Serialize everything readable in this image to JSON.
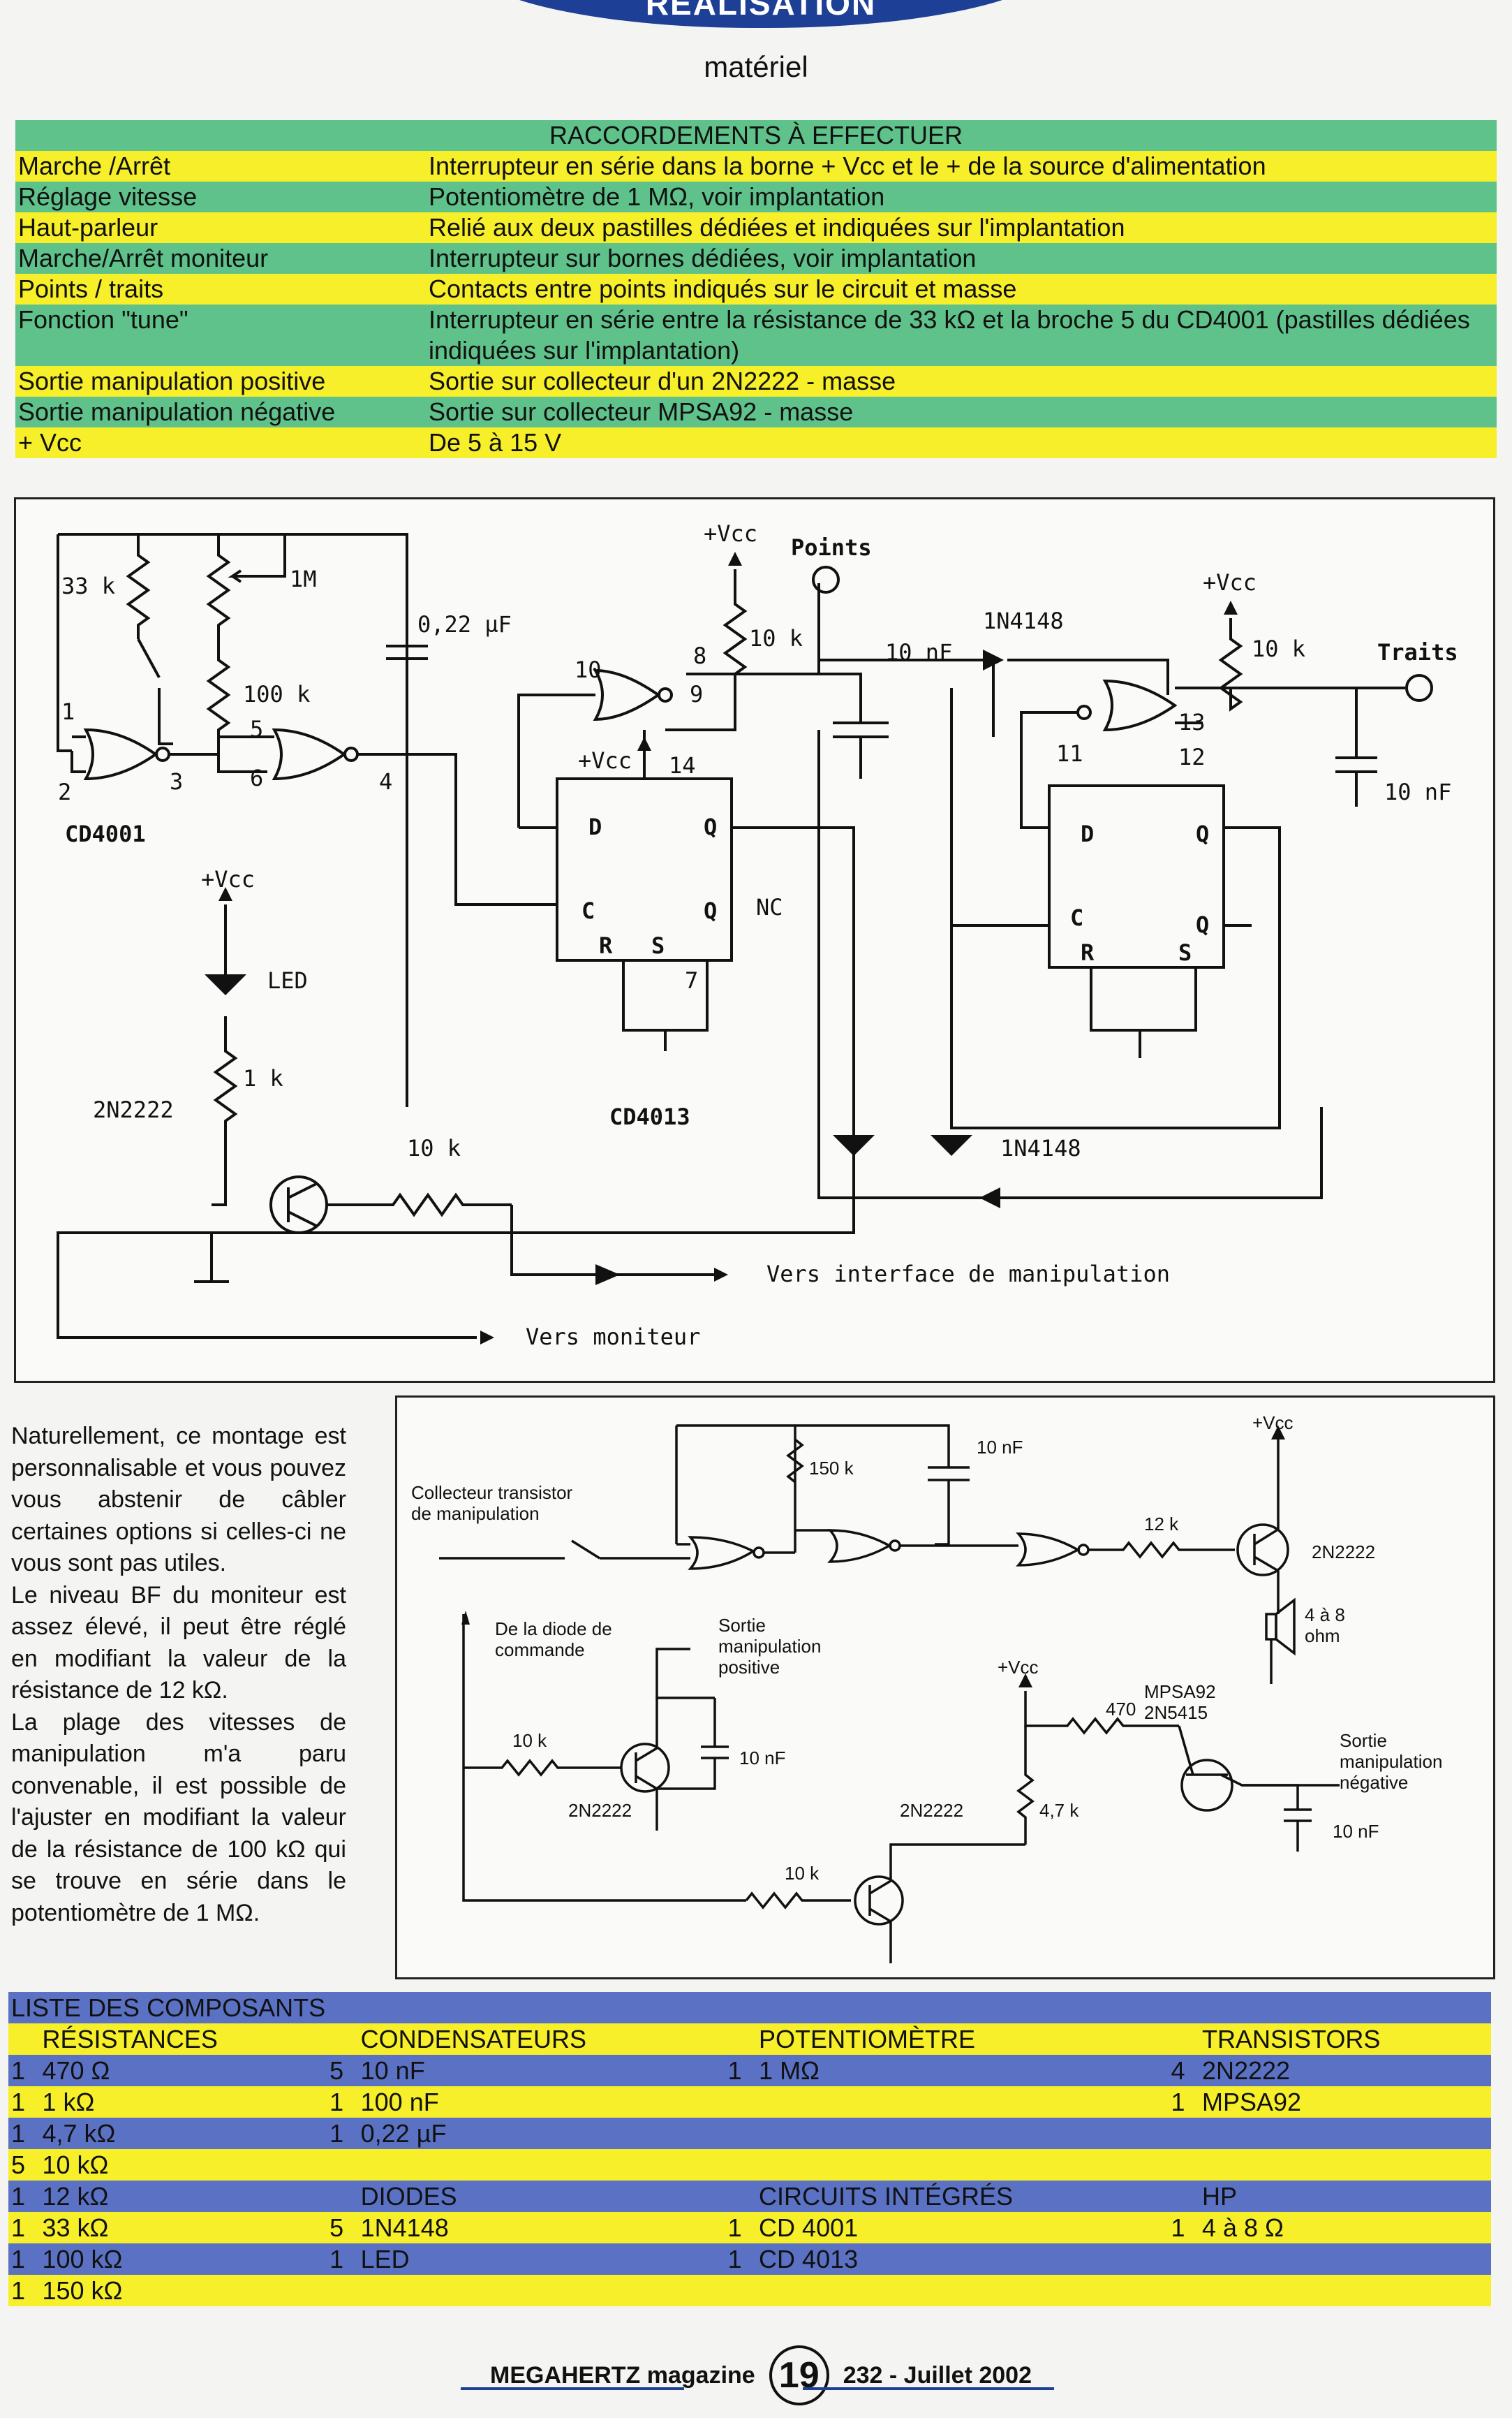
{
  "header": {
    "section": "REALISATION",
    "subtitle": "matériel"
  },
  "connections": {
    "title": "RACCORDEMENTS À EFFECTUER",
    "rows": [
      {
        "item": "Marche /Arrêt",
        "desc": "Interrupteur en série dans la borne + Vcc et le + de la source d'alimentation"
      },
      {
        "item": "Réglage vitesse",
        "desc": "Potentiomètre de 1 MΩ, voir implantation"
      },
      {
        "item": "Haut-parleur",
        "desc": "Relié aux deux pastilles dédiées et indiquées sur l'implantation"
      },
      {
        "item": "Marche/Arrêt moniteur",
        "desc": "Interrupteur sur bornes dédiées, voir implantation"
      },
      {
        "item": "Points / traits",
        "desc": "Contacts entre points indiqués sur le circuit et masse"
      },
      {
        "item": "Fonction \"tune\"",
        "desc": "Interrupteur en série entre la résistance de 33 kΩ et la broche 5 du CD4001 (pastilles dédiées indiquées sur l'implantation)"
      },
      {
        "item": "Sortie manipulation positive",
        "desc": "Sortie sur collecteur d'un 2N2222 - masse"
      },
      {
        "item": "Sortie manipulation négative",
        "desc": "Sortie sur collecteur MPSA92 - masse"
      },
      {
        "item": "+ Vcc",
        "desc": "De 5 à 15 V"
      }
    ]
  },
  "schematic1": {
    "labels": {
      "r33": "33 k",
      "p1m": "1M",
      "r100": "100 k",
      "c022": "0,22 µF",
      "cd4001": "CD4001",
      "vcc": "+Vcc",
      "points": "Points",
      "traits": "Traits",
      "r10k": "10 k",
      "c10nf": "10 nF",
      "d1n4148": "1N4148",
      "cd4013": "CD4013",
      "led": "LED",
      "r1k": "1 k",
      "t2n2222": "2N2222",
      "nc": "NC",
      "d": "D",
      "q": "Q",
      "c": "C",
      "r": "R",
      "s": "S",
      "vers_interface": "Vers interface de manipulation",
      "vers_moniteur": "Vers moniteur"
    },
    "pins": [
      "1",
      "2",
      "3",
      "4",
      "5",
      "6",
      "7",
      "8",
      "9",
      "10",
      "11",
      "12",
      "13",
      "14"
    ]
  },
  "schematic2": {
    "labels": {
      "collecteur": "Collecteur transistor",
      "collecteur2": "de manipulation",
      "r150": "150 k",
      "c10nf": "10 nF",
      "r12k": "12 k",
      "t2n2222": "2N2222",
      "vcc": "+Vcc",
      "hp": "4 à 8",
      "hp2": "ohm",
      "diode": "De la diode de",
      "diode2": "commande",
      "sortie_pos": "Sortie",
      "sortie_pos2": "manipulation",
      "sortie_pos3": "positive",
      "r10k": "10 k",
      "r470": "470",
      "mpsa92": "MPSA92",
      "n2n5415": "2N5415",
      "r47k": "4,7 k",
      "sortie_neg": "Sortie",
      "sortie_neg2": "manipulation",
      "sortie_neg3": "négative"
    }
  },
  "paragraph": [
    "Naturellement, ce montage est personnalisable et vous pouvez vous abstenir de câbler certaines options si celles-ci ne vous sont pas utiles.",
    "Le niveau BF du moniteur est assez élevé, il peut être réglé en modifiant la valeur de la résistance de 12 kΩ.",
    "La plage des vitesses de manipulation m'a paru convenable, il est possible de l'ajuster en modifiant la valeur de la résistance de 100 kΩ qui se trouve en série dans le potentiomètre de 1 MΩ."
  ],
  "parts": {
    "title": "LISTE DES COMPOSANTS",
    "headers1": {
      "res": "RÉSISTANCES",
      "cond": "CONDENSATEURS",
      "pot": "POTENTIOMÈTRE",
      "trans": "TRANSISTORS"
    },
    "headers2": {
      "diodes": "DIODES",
      "ci": "CIRCUITS INTÉGRÉS",
      "hp": "HP"
    },
    "rows": [
      [
        "1",
        "470 Ω",
        "5",
        "10 nF",
        "1",
        "1 MΩ",
        "4",
        "2N2222"
      ],
      [
        "1",
        "1 kΩ",
        "1",
        "100 nF",
        "",
        "",
        "1",
        "MPSA92"
      ],
      [
        "1",
        "4,7 kΩ",
        "1",
        "0,22 µF",
        "",
        "",
        "",
        ""
      ],
      [
        "5",
        "10 kΩ",
        "",
        "",
        "",
        "",
        "",
        ""
      ],
      [
        "1",
        "12 kΩ",
        "",
        "",
        "",
        "",
        "",
        ""
      ],
      [
        "1",
        "33 kΩ",
        "5",
        "1N4148",
        "1",
        "CD 4001",
        "1",
        "4 à 8 Ω"
      ],
      [
        "1",
        "100 kΩ",
        "1",
        "LED",
        "1",
        "CD 4013",
        "",
        ""
      ],
      [
        "1",
        "150 kΩ",
        "",
        "",
        "",
        "",
        "",
        ""
      ]
    ]
  },
  "footer": {
    "magazine": "MEGAHERTZ magazine",
    "page": "19",
    "issue": "232 - Juillet 2002"
  }
}
